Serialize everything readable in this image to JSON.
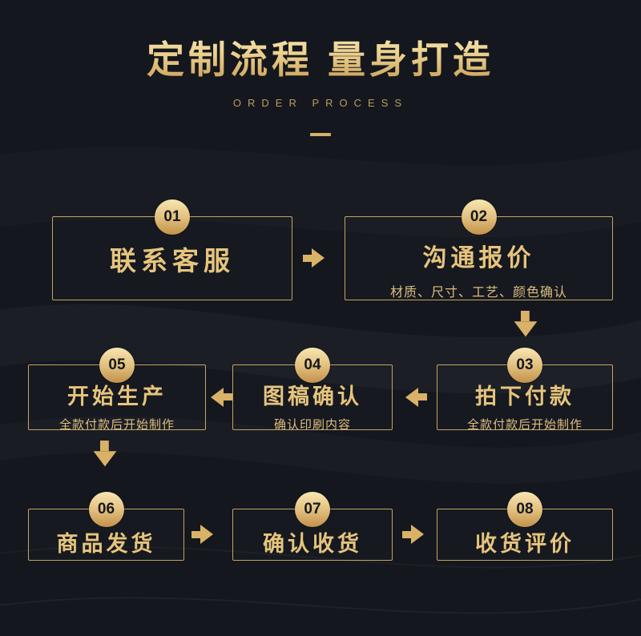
{
  "header": {
    "title": "定制流程 量身打造",
    "subtitle": "ORDER PROCESS"
  },
  "steps": [
    {
      "num": "01",
      "title": "联系客服",
      "desc": ""
    },
    {
      "num": "02",
      "title": "沟通报价",
      "desc": "材质、尺寸、工艺、颜色确认"
    },
    {
      "num": "03",
      "title": "拍下付款",
      "desc": "全款付款后开始制作"
    },
    {
      "num": "04",
      "title": "图稿确认",
      "desc": "确认印刷内容"
    },
    {
      "num": "05",
      "title": "开始生产",
      "desc": "全款付款后开始制作"
    },
    {
      "num": "06",
      "title": "商品发货",
      "desc": ""
    },
    {
      "num": "07",
      "title": "确认收货",
      "desc": ""
    },
    {
      "num": "08",
      "title": "收货评价",
      "desc": ""
    }
  ],
  "icons": {
    "arrow-right": "css-triangle-right",
    "arrow-left": "css-triangle-left",
    "arrow-down": "css-triangle-down"
  },
  "colors": {
    "background": "#14171d",
    "gold": "#e6c47d",
    "gold_dark": "#c2924a",
    "badge_text": "#15181e",
    "border_gold": "#c7a261"
  }
}
